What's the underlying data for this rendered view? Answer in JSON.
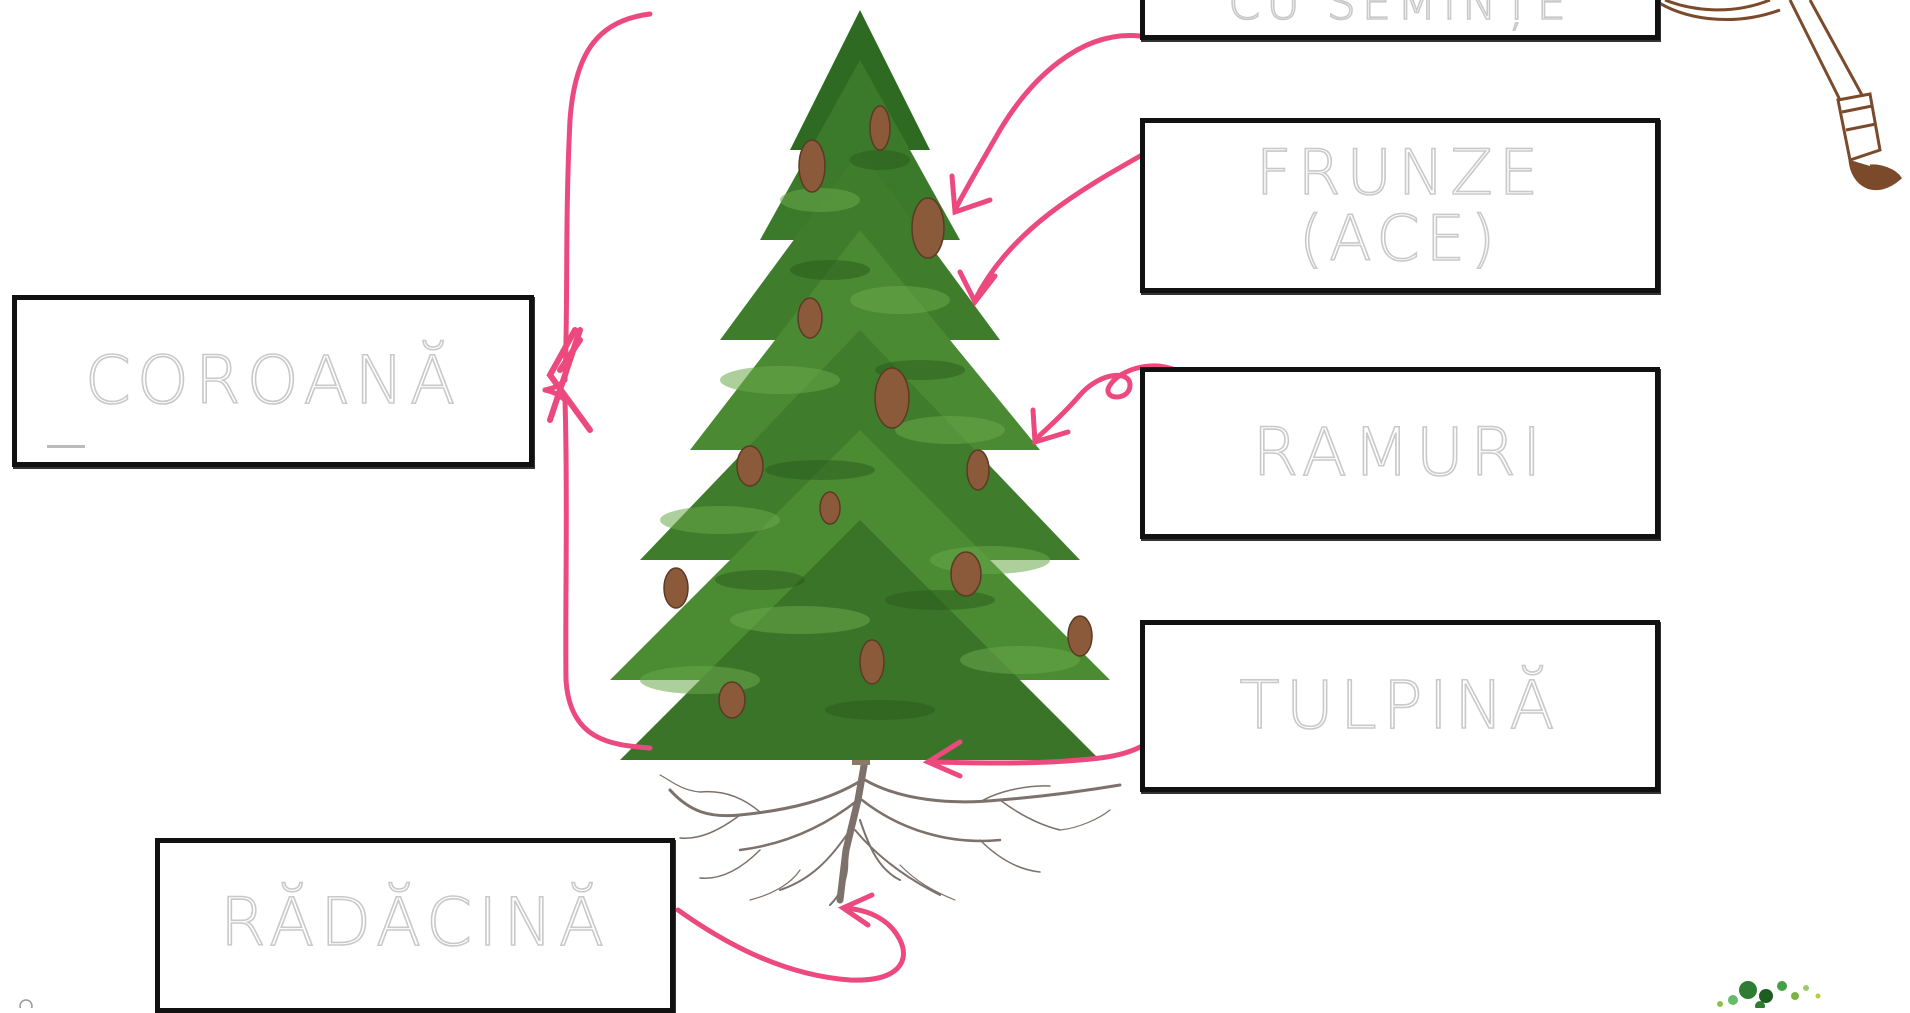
{
  "labels": {
    "seeds": "CU SEMINȚE",
    "leaves_line1": "FRUNZE",
    "leaves_line2": "(ACE)",
    "crown": "COROANĂ",
    "branches": "RAMURI",
    "trunk": "TULPINĂ",
    "root": "RĂDĂCINĂ"
  },
  "icons": {
    "magnifier": "magnifying-glass-icon",
    "logo": "dots-logo-icon"
  },
  "colors": {
    "arrow": "#ec4a7f",
    "box_border": "#111111",
    "trace_text": "#c9c9c9",
    "foliage": "#3f7d2c",
    "cone": "#8a5a3b",
    "roots": "#7d716b",
    "magnifier": "#7a4a2a"
  }
}
